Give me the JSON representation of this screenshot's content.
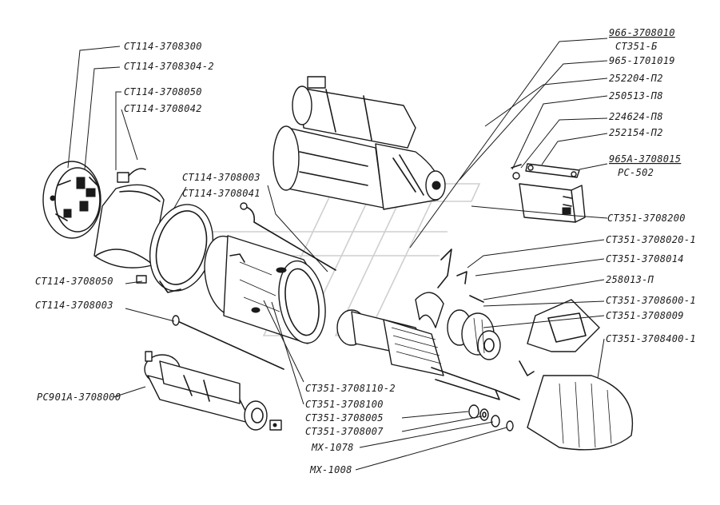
{
  "labels": {
    "ct114_3708300": "СТ114-3708300",
    "ct114_3708304_2": "СТ114-3708304-2",
    "ct114_3708050_top": "СТ114-3708050",
    "ct114_3708042": "СТ114-3708042",
    "ct114_3708003_top": "СТ114-3708003",
    "ct114_3708041": "СТ114-3708041",
    "ct114_3708050_left": "СТ114-3708050",
    "ct114_3708003_left": "СТ114-3708003",
    "pc901a_3708000": "РС901А-3708000",
    "n966_3708010": "966-3708010",
    "ct351_b": "СТ351-Б",
    "n965_1701019": "965-1701019",
    "n252204_p2": "252204-П2",
    "n250513_p8": "250513-П8",
    "n224624_p8": "224624-П8",
    "n252154_p2": "252154-П2",
    "n965a_3708015": "965А-3708015",
    "pc502": "РС-502",
    "ct351_3708200": "СТ351-3708200",
    "ct351_3708020_1": "СТ351-3708020-1",
    "ct351_3708014": "СТ351-3708014",
    "n258013_p": "258013-П",
    "ct351_3708600_1": "СТ351-3708600-1",
    "ct351_3708009": "СТ351-3708009",
    "ct351_3708400_1": "СТ351-3708400-1",
    "ct351_3708110_2": "СТ351-3708110-2",
    "ct351_3708100": "СТ351-3708100",
    "ct351_3708005": "СТ351-3708005",
    "ct351_3708007": "СТ351-3708007",
    "mx_1078": "МХ-1078",
    "mx_1008": "МХ-1008"
  }
}
